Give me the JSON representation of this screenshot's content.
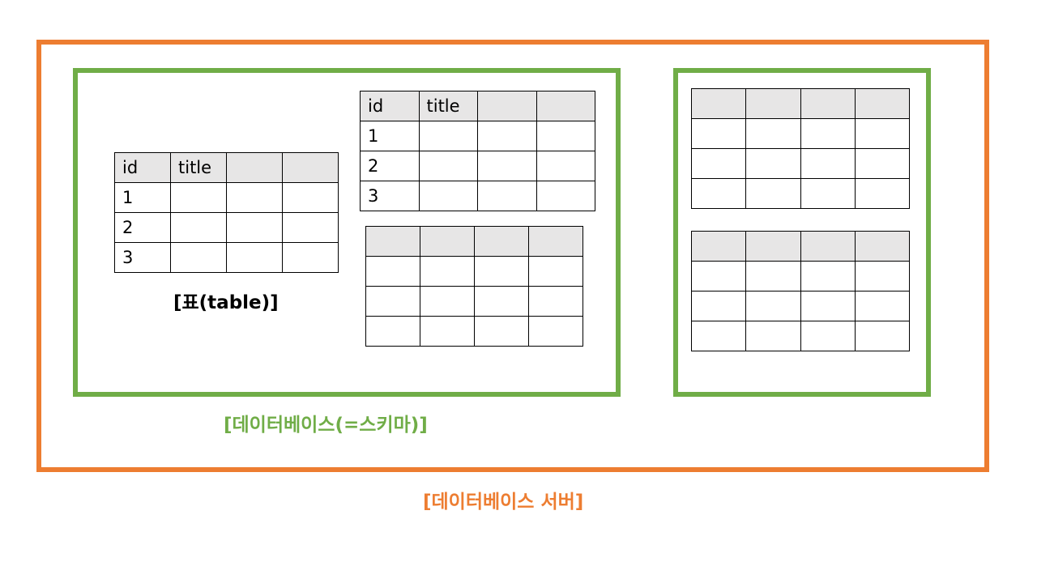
{
  "captions": {
    "table": "[표(table)]",
    "schema": "[데이터베이스(=스키마)]",
    "server": "[데이터베이스 서버]"
  },
  "sample_table": {
    "headers": [
      "id",
      "title",
      "",
      ""
    ],
    "rows": [
      "1",
      "2",
      "3"
    ]
  },
  "colors": {
    "server_border": "#ed7d31",
    "schema_border": "#70ad47",
    "header_fill": "#e7e6e6"
  }
}
